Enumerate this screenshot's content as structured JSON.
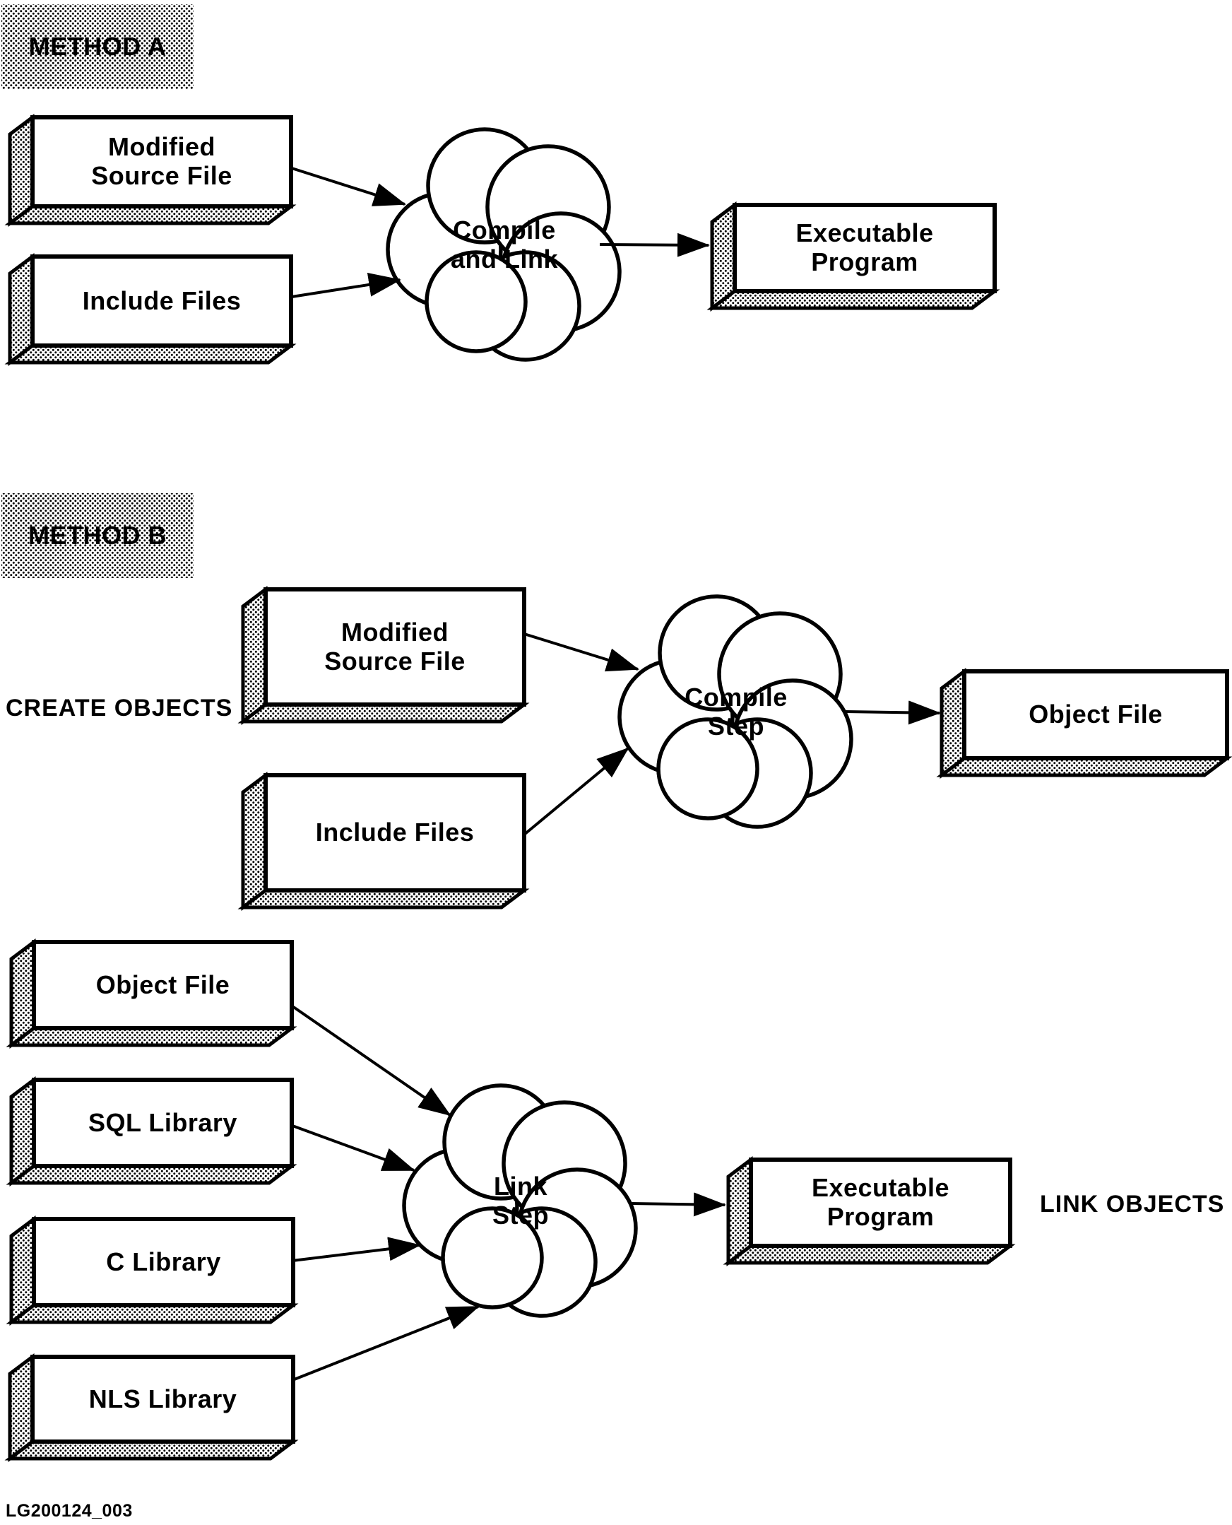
{
  "figure": {
    "description": "Compilation methods flow diagram",
    "footer_id": "LG200124_003"
  },
  "colors": {
    "ink": "#000000",
    "paper": "#ffffff"
  },
  "method_a": {
    "heading": "METHOD A",
    "inputs": [
      {
        "label": "Modified\nSource File"
      },
      {
        "label": "Include Files"
      }
    ],
    "process": "Compile\nand Link",
    "output": "Executable\nProgram"
  },
  "method_b": {
    "heading": "METHOD B",
    "create_objects": {
      "stage_label": "CREATE OBJECTS",
      "inputs": [
        {
          "label": "Modified\nSource File"
        },
        {
          "label": "Include Files"
        }
      ],
      "process": "Compile\nStep",
      "output": "Object File"
    },
    "link_objects": {
      "stage_label": "LINK OBJECTS",
      "inputs": [
        {
          "label": "Object File"
        },
        {
          "label": "SQL Library"
        },
        {
          "label": "C Library"
        },
        {
          "label": "NLS Library"
        }
      ],
      "process": "Link\nStep",
      "output": "Executable\nProgram"
    }
  }
}
